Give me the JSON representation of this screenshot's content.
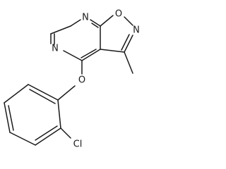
{
  "molecule": {
    "atoms": {
      "n_top": "N",
      "o_isox": "O",
      "n_isox": "N",
      "n_left": "N",
      "o_ether": "O",
      "cl": "Cl"
    }
  }
}
